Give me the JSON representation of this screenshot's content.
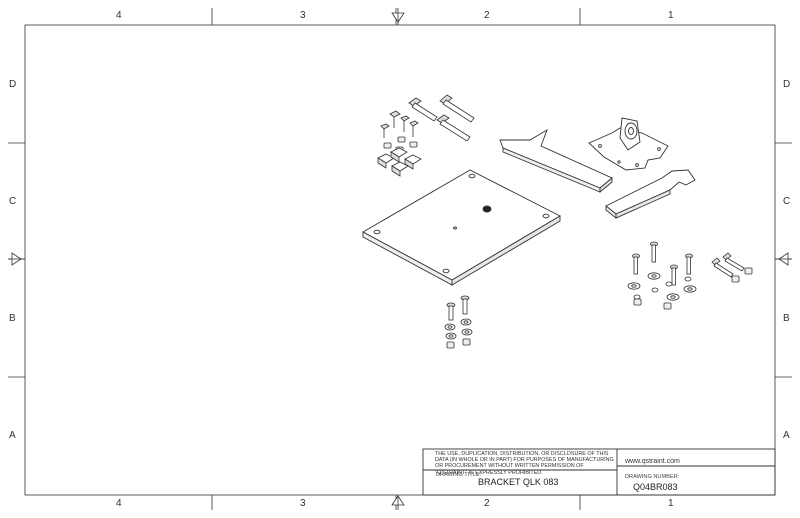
{
  "sheet": {
    "columns_top": [
      "4",
      "3",
      "2",
      "1"
    ],
    "columns_bottom": [
      "4",
      "3",
      "2",
      "1"
    ],
    "rows_left": [
      "D",
      "C",
      "B",
      "A"
    ],
    "rows_right": [
      "D",
      "C",
      "B",
      "A"
    ]
  },
  "title_block": {
    "notice": "THE USE, DUPLICATION, DISTRIBUTION, OR DISCLOSURE OF THIS DATA (IN WHOLE OR IN PART) FOR PURPOSES OF MANUFACTURING OR PROCUREMENT WITHOUT WRITTEN PERMISSION OF \"Q'STRAINT\" IS EXPRESSLY PROHIBITED.",
    "website": "www.qstraint.com",
    "drawing_title_label": "DRAWING TITLE:",
    "drawing_title": "BRACKET QLK 083",
    "drawing_number_label": "DRAWING NUMBER:",
    "drawing_number": "Q04BR083"
  },
  "colors": {
    "line": "#333333",
    "paper": "#ffffff"
  }
}
